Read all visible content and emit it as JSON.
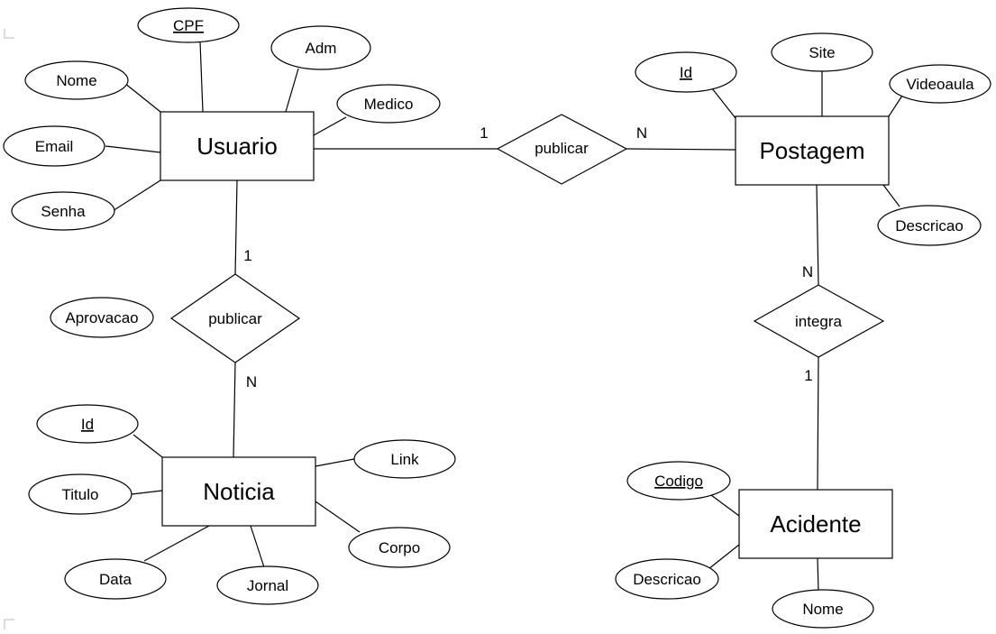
{
  "entities": {
    "usuario": "Usuario",
    "postagem": "Postagem",
    "noticia": "Noticia",
    "acidente": "Acidente"
  },
  "relationships": {
    "publicar_postagem": "publicar",
    "publicar_noticia": "publicar",
    "integra": "integra"
  },
  "cardinalities": {
    "usuario_publicar_postagem": "1",
    "postagem_publicar": "N",
    "usuario_publicar_noticia": "1",
    "noticia_publicar": "N",
    "postagem_integra": "N",
    "acidente_integra": "1"
  },
  "attributes": {
    "usuario": {
      "cpf": "CPF",
      "adm": "Adm",
      "nome": "Nome",
      "email": "Email",
      "senha": "Senha",
      "medico": "Medico"
    },
    "postagem": {
      "id": "Id",
      "site": "Site",
      "videoaula": "Videoaula",
      "descricao": "Descricao"
    },
    "noticia": {
      "id": "Id",
      "titulo": "Titulo",
      "data": "Data",
      "jornal": "Jornal",
      "link": "Link",
      "corpo": "Corpo"
    },
    "acidente": {
      "codigo": "Codigo",
      "descricao": "Descricao",
      "nome": "Nome"
    },
    "standalone": {
      "aprovacao": "Aprovacao"
    }
  }
}
